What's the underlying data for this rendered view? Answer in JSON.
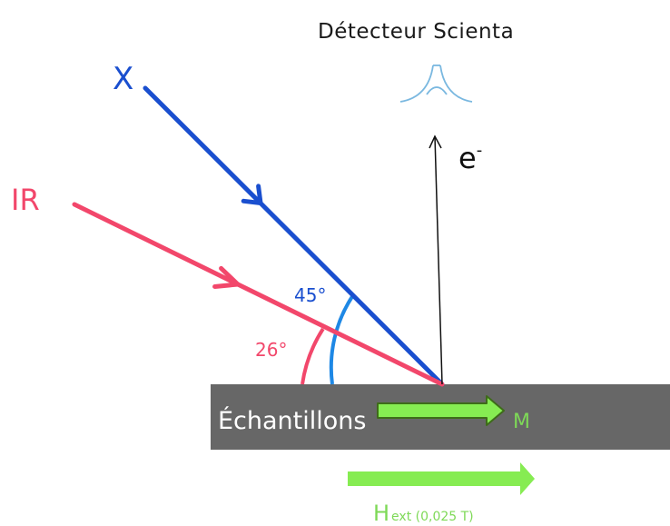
{
  "labels": {
    "detector": "Détecteur Scienta",
    "xray": "X",
    "ir": "IR",
    "electron": "e",
    "electron_sup": "-",
    "angle_x": "45°",
    "angle_ir": "26°",
    "sample": "Échantillons",
    "magnetization": "M",
    "field": "H",
    "field_sub": "ext (0,025 T)"
  },
  "colors": {
    "xray": "#1a4fcf",
    "ir": "#f2476b",
    "arc_x": "#1e88e5",
    "detector": "#7ab8e0",
    "sample_bg": "#676767",
    "arrow_green": "#86ec52",
    "arrow_green_dark": "#3e6b1a",
    "label_green": "#7ed957",
    "electron": "#111111"
  },
  "icons": {
    "detector": "detector-icon",
    "x_arrowhead": "arrowhead-icon",
    "ir_arrowhead": "arrowhead-icon"
  }
}
